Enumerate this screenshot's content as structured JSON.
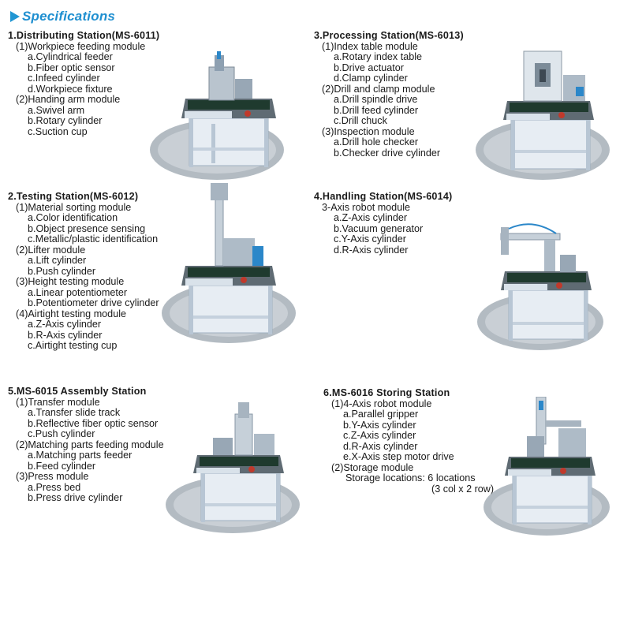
{
  "heading": "Specifications",
  "colors": {
    "accent": "#1f8fd0",
    "frame": "#b8c6d4",
    "board": "#1f3a2e",
    "shadow": "#9aa4ad"
  },
  "stations": [
    {
      "title": "1.Distributing Station(MS-6011)",
      "lines": [
        {
          "lvl": 1,
          "t": "(1)Workpiece feeding module"
        },
        {
          "lvl": 2,
          "t": "a.Cylindrical feeder"
        },
        {
          "lvl": 2,
          "t": "b.Fiber optic sensor"
        },
        {
          "lvl": 2,
          "t": "c.Infeed cylinder"
        },
        {
          "lvl": 2,
          "t": "d.Workpiece fixture"
        },
        {
          "lvl": 1,
          "t": "(2)Handing arm module"
        },
        {
          "lvl": 2,
          "t": "a.Swivel arm"
        },
        {
          "lvl": 2,
          "t": "b.Rotary cylinder"
        },
        {
          "lvl": 2,
          "t": "c.Suction cup"
        }
      ]
    },
    {
      "title": "2.Testing Station(MS-6012)",
      "lines": [
        {
          "lvl": 1,
          "t": "(1)Material sorting module"
        },
        {
          "lvl": 2,
          "t": "a.Color identification"
        },
        {
          "lvl": 2,
          "t": "b.Object presence sensing"
        },
        {
          "lvl": 2,
          "t": "c.Metallic/plastic identification"
        },
        {
          "lvl": 1,
          "t": "(2)Lifter module"
        },
        {
          "lvl": 2,
          "t": "a.Lift cylinder"
        },
        {
          "lvl": 2,
          "t": "b.Push cylinder"
        },
        {
          "lvl": 1,
          "t": "(3)Height testing module"
        },
        {
          "lvl": 2,
          "t": "a.Linear potentiometer"
        },
        {
          "lvl": 2,
          "t": "b.Potentiometer drive cylinder"
        },
        {
          "lvl": 1,
          "t": "(4)Airtight testing module"
        },
        {
          "lvl": 2,
          "t": "a.Z-Axis cylinder"
        },
        {
          "lvl": 2,
          "t": "b.R-Axis cylinder"
        },
        {
          "lvl": 2,
          "t": "c.Airtight testing cup"
        }
      ]
    },
    {
      "title": "3.Processing Station(MS-6013)",
      "lines": [
        {
          "lvl": 1,
          "t": "(1)Index table module"
        },
        {
          "lvl": 2,
          "t": "a.Rotary index table"
        },
        {
          "lvl": 2,
          "t": "b.Drive actuator"
        },
        {
          "lvl": 2,
          "t": "d.Clamp cylinder"
        },
        {
          "lvl": 1,
          "t": "(2)Drill and clamp module"
        },
        {
          "lvl": 2,
          "t": "a.Drill spindle drive"
        },
        {
          "lvl": 2,
          "t": "b.Drill feed cylinder"
        },
        {
          "lvl": 2,
          "t": "c.Drill chuck"
        },
        {
          "lvl": 1,
          "t": "(3)Inspection module"
        },
        {
          "lvl": 2,
          "t": "a.Drill hole checker"
        },
        {
          "lvl": 2,
          "t": "b.Checker drive cylinder"
        }
      ]
    },
    {
      "title": "4.Handling Station(MS-6014)",
      "lines": [
        {
          "lvl": 1,
          "t": "3-Axis robot module"
        },
        {
          "lvl": 2,
          "t": "a.Z-Axis cylinder"
        },
        {
          "lvl": 2,
          "t": "b.Vacuum generator"
        },
        {
          "lvl": 2,
          "t": "c.Y-Axis cylinder"
        },
        {
          "lvl": 2,
          "t": "d.R-Axis cylinder"
        }
      ]
    },
    {
      "title": "5.MS-6015 Assembly Station",
      "lines": [
        {
          "lvl": 1,
          "t": "(1)Transfer module"
        },
        {
          "lvl": 2,
          "t": "a.Transfer slide track"
        },
        {
          "lvl": 2,
          "t": "b.Reflective fiber optic sensor"
        },
        {
          "lvl": 2,
          "t": "c.Push cylinder"
        },
        {
          "lvl": 1,
          "t": "(2)Matching parts feeding module"
        },
        {
          "lvl": 2,
          "t": "a.Matching parts feeder"
        },
        {
          "lvl": 2,
          "t": "b.Feed cylinder"
        },
        {
          "lvl": 1,
          "t": "(3)Press module"
        },
        {
          "lvl": 2,
          "t": "a.Press bed"
        },
        {
          "lvl": 2,
          "t": "b.Press drive cylinder"
        }
      ]
    },
    {
      "title": "6.MS-6016 Storing Station",
      "lines": [
        {
          "lvl": 1,
          "t": "(1)4-Axis robot module"
        },
        {
          "lvl": 2,
          "t": "a.Parallel gripper"
        },
        {
          "lvl": 2,
          "t": "b.Y-Axis cylinder"
        },
        {
          "lvl": 2,
          "t": "c.Z-Axis cylinder"
        },
        {
          "lvl": 2,
          "t": "d.R-Axis cylinder"
        },
        {
          "lvl": 2,
          "t": "e.X-Axis step motor drive"
        },
        {
          "lvl": 1,
          "t": "(2)Storage module"
        },
        {
          "lvl": 3,
          "t": "Storage locations: 6 locations"
        },
        {
          "lvl": 4,
          "t": "(3 col x 2 row)"
        }
      ]
    }
  ]
}
